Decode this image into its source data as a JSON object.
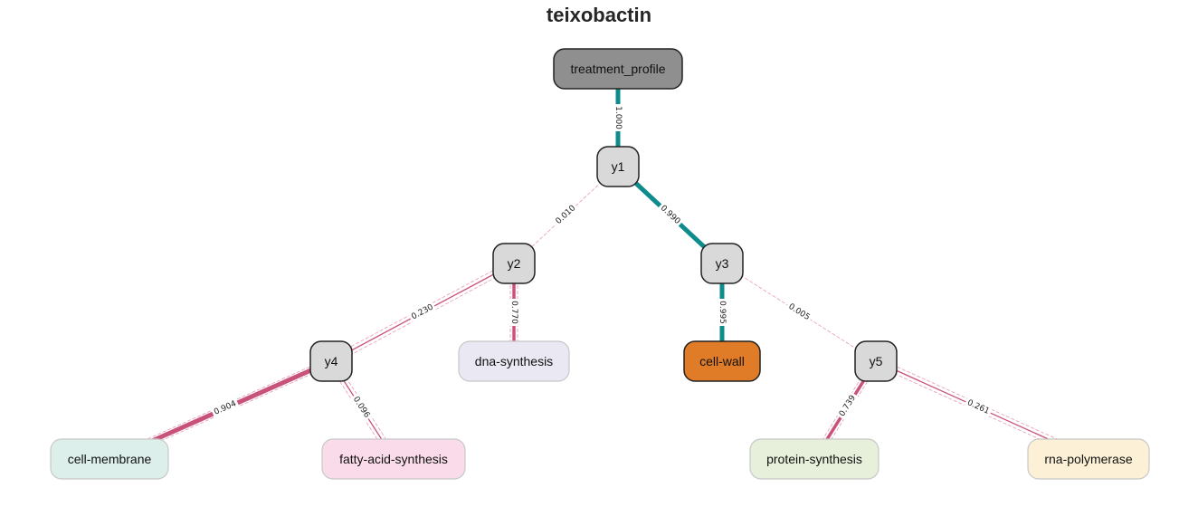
{
  "title": "teixobactin",
  "colors": {
    "strong_edge": "#0e8c8c",
    "weak_edge": "#c9527a",
    "weak_edge_dash": "#e69ab0",
    "latent_fill": "#d9d9d9",
    "root_fill": "#8f8f8f",
    "target_fill": "#e07b27"
  },
  "nodes": [
    {
      "id": "treatment_profile",
      "label": "treatment_profile",
      "kind": "root",
      "fill": "#8f8f8f"
    },
    {
      "id": "y1",
      "label": "y1",
      "kind": "latent",
      "fill": "#d9d9d9"
    },
    {
      "id": "y2",
      "label": "y2",
      "kind": "latent",
      "fill": "#d9d9d9"
    },
    {
      "id": "y3",
      "label": "y3",
      "kind": "latent",
      "fill": "#d9d9d9"
    },
    {
      "id": "y4",
      "label": "y4",
      "kind": "latent",
      "fill": "#d9d9d9"
    },
    {
      "id": "y5",
      "label": "y5",
      "kind": "latent",
      "fill": "#d9d9d9"
    },
    {
      "id": "dna-synthesis",
      "label": "dna-synthesis",
      "kind": "leaf",
      "fill": "#e9e8f3"
    },
    {
      "id": "cell-wall",
      "label": "cell-wall",
      "kind": "target",
      "fill": "#e07b27"
    },
    {
      "id": "cell-membrane",
      "label": "cell-membrane",
      "kind": "leaf",
      "fill": "#dcefea"
    },
    {
      "id": "fatty-acid-synthesis",
      "label": "fatty-acid-synthesis",
      "kind": "leaf",
      "fill": "#fadbea"
    },
    {
      "id": "protein-synthesis",
      "label": "protein-synthesis",
      "kind": "leaf",
      "fill": "#e6f0da"
    },
    {
      "id": "rna-polymerase",
      "label": "rna-polymerase",
      "kind": "leaf",
      "fill": "#fcf1d6"
    }
  ],
  "edges": [
    {
      "from": "treatment_profile",
      "to": "y1",
      "value": "1.000",
      "strength": "strong"
    },
    {
      "from": "y1",
      "to": "y2",
      "value": "0.010",
      "strength": "faint"
    },
    {
      "from": "y1",
      "to": "y3",
      "value": "0.990",
      "strength": "strong"
    },
    {
      "from": "y2",
      "to": "y4",
      "value": "0.230",
      "strength": "thin"
    },
    {
      "from": "y2",
      "to": "dna-synthesis",
      "value": "0.770",
      "strength": "medium"
    },
    {
      "from": "y3",
      "to": "cell-wall",
      "value": "0.995",
      "strength": "strong"
    },
    {
      "from": "y3",
      "to": "y5",
      "value": "0.005",
      "strength": "faint"
    },
    {
      "from": "y4",
      "to": "cell-membrane",
      "value": "0.904",
      "strength": "heavy"
    },
    {
      "from": "y4",
      "to": "fatty-acid-synthesis",
      "value": "0.096",
      "strength": "thin"
    },
    {
      "from": "y5",
      "to": "protein-synthesis",
      "value": "0.739",
      "strength": "medium"
    },
    {
      "from": "y5",
      "to": "rna-polymerase",
      "value": "0.261",
      "strength": "thin"
    }
  ]
}
